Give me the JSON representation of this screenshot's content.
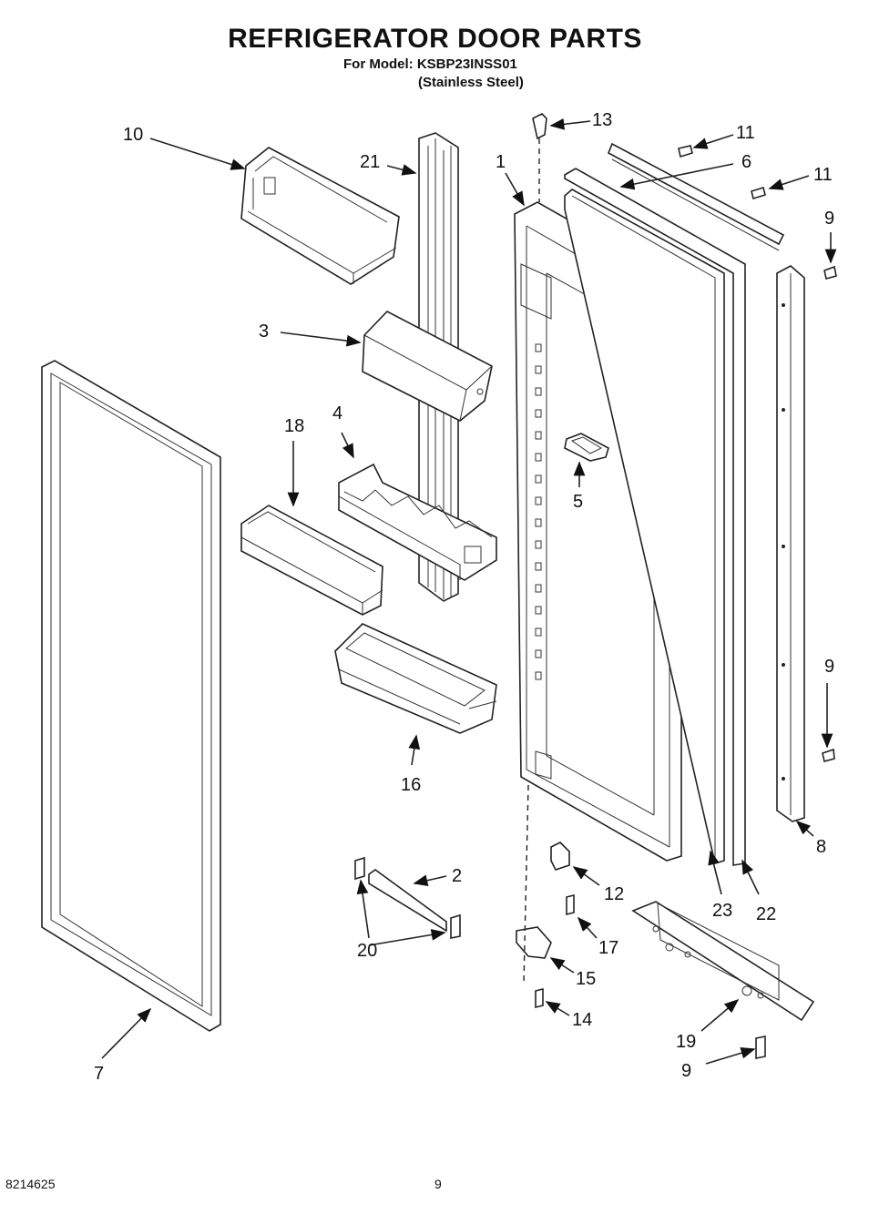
{
  "header": {
    "title": "REFRIGERATOR DOOR PARTS",
    "model_line": "For Model: KSBP23INSS01",
    "finish_line": "(Stainless Steel)"
  },
  "callouts": [
    "10",
    "21",
    "1",
    "13",
    "11",
    "6",
    "11",
    "9",
    "3",
    "18",
    "4",
    "5",
    "7",
    "16",
    "2",
    "20",
    "12",
    "17",
    "15",
    "14",
    "23",
    "22",
    "8",
    "9",
    "19",
    "9"
  ],
  "footer": {
    "doc_number": "8214625",
    "page_number": "9"
  }
}
